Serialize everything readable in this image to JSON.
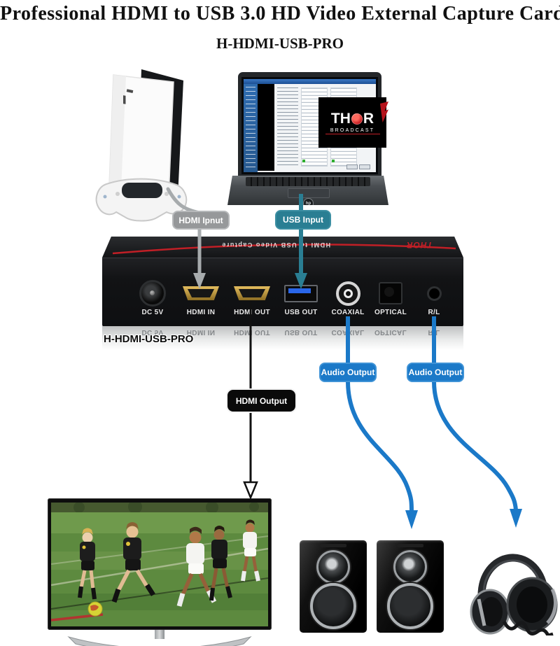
{
  "page": {
    "title": "Professional HDMI to USB 3.0 HD Video External Capture Card",
    "subtitle": "H-HDMI-USB-PRO"
  },
  "connections": {
    "hdmi_input_label": "HDMI Ipnut",
    "usb_input_label": "USB Input",
    "hdmi_output_label": "HDMI Output",
    "audio_output_label_1": "Audio Output",
    "audio_output_label_2": "Audio Output"
  },
  "device": {
    "model": "H-HDMI-USB-PRO",
    "top_brand": "THOR",
    "top_text": "HDMI to USB Video Capture",
    "ports": [
      {
        "label": "DC 5V"
      },
      {
        "label": "HDMI IN"
      },
      {
        "label": "HDMI OUT"
      },
      {
        "label": "USB OUT"
      },
      {
        "label": "COAXIAL"
      },
      {
        "label": "OPTICAL"
      },
      {
        "label": "R/L"
      }
    ]
  },
  "laptop": {
    "logo_text": "hp",
    "screen_logo": {
      "part1": "TH",
      "part2": "R",
      "sub": "BROADCAST"
    }
  },
  "colors": {
    "accent_blue": "#1b79c8",
    "teal": "#2a7e93",
    "gray": "#96989a",
    "brand_red": "#c11f26"
  }
}
